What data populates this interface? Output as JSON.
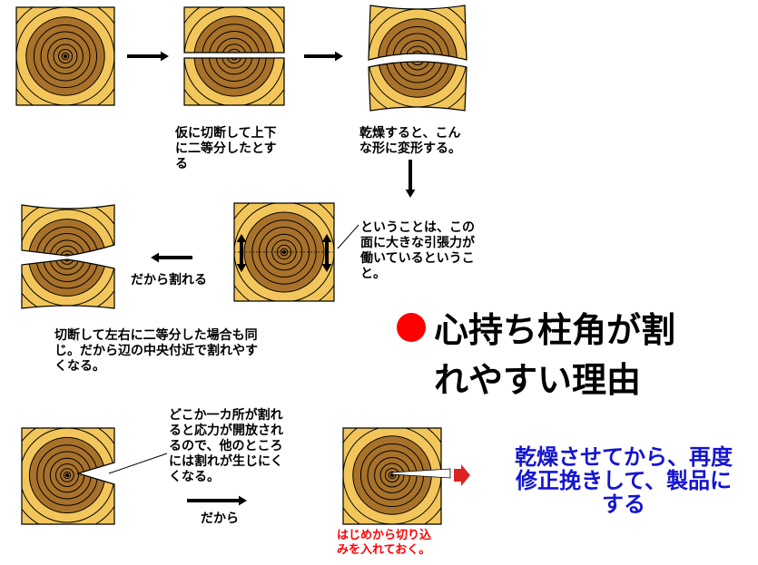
{
  "title": {
    "line1": "心持ち柱角が割",
    "line2": "れやすい理由",
    "bullet_color": "#ff0000"
  },
  "captions": {
    "cut_in_half": "仮に切断して上下\nに二等分したとす\nる",
    "deformed_when_dry": "乾燥すると、こん\nな形に変形する。",
    "tensile_force": "ということは、この\n面に大きな引張力が\n働いているというこ\nと。",
    "therefore_splits": "だから割れる",
    "left_right_same": "切断して左右に二等分した場合も同\nじ。だから辺の中央付近で割れやす\nくなる。",
    "stress_released": "どこか一カ所が割れ\nると応力が開放され\nるので、他のところ\nには割れが生じにく\nくなる。",
    "therefore": "だから",
    "precut_slit": "はじめから切り込\nみを入れておく。",
    "dry_then_finish": "乾燥させてから、再度\n修正挽きして、製品に\nする"
  },
  "colors": {
    "wood_light": "#f2c65a",
    "wood_dark": "#a8722a",
    "ring_line": "#000000",
    "arrow": "#000000",
    "blue_text": "#1414d2",
    "red_arrow": "#dd2222",
    "red_text": "#ff0000"
  }
}
